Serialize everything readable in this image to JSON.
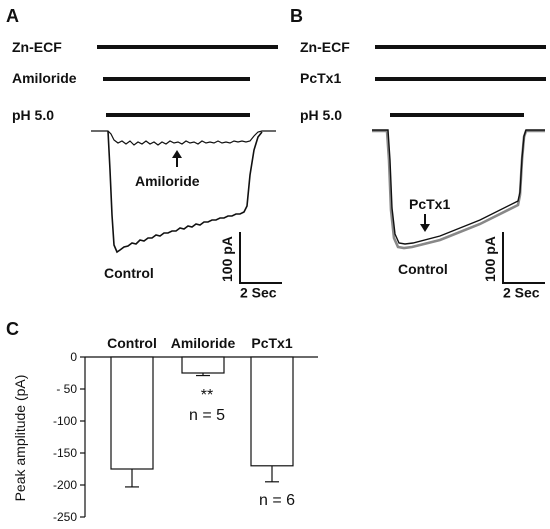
{
  "panels": {
    "a": {
      "letter": "A",
      "conditions": [
        "Zn-ECF",
        "Amiloride",
        "pH 5.0"
      ],
      "annotations": {
        "drug": "Amiloride",
        "control": "Control"
      },
      "scale": {
        "current": "100 pA",
        "time": "2 Sec"
      }
    },
    "b": {
      "letter": "B",
      "conditions": [
        "Zn-ECF",
        "PcTx1",
        "pH 5.0"
      ],
      "annotations": {
        "drug": "PcTx1",
        "control": "Control"
      },
      "scale": {
        "current": "100 pA",
        "time": "2 Sec"
      }
    },
    "c": {
      "letter": "C"
    }
  },
  "chart_data": {
    "type": "bar",
    "categories": [
      "Control",
      "Amiloride",
      "PcTx1"
    ],
    "values": [
      -175,
      -25,
      -170
    ],
    "errors": [
      28,
      4,
      25
    ],
    "ylabel": "Peak amplitude (pA)",
    "ylim": [
      -250,
      0
    ],
    "yticks": [
      0,
      -50,
      -100,
      -150,
      -200,
      -250
    ],
    "ytick_labels": [
      "0",
      "- 50",
      "-100",
      "-150",
      "-200",
      "-250"
    ],
    "annotations": {
      "significance": "**",
      "n_amiloride": "n = 5",
      "n_pctx1": "n = 6"
    },
    "bar_fill": "#ffffff",
    "bar_stroke": "#111111",
    "grid": false
  }
}
